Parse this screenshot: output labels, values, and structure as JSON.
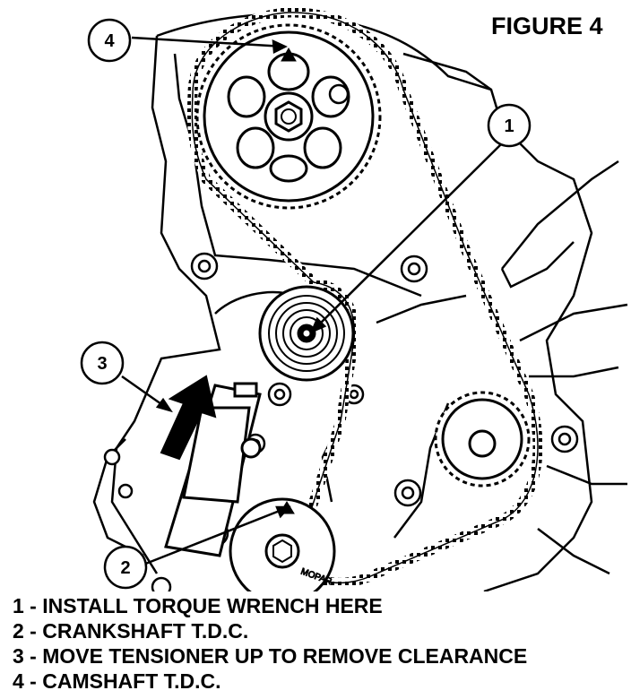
{
  "figure_title": "FIGURE 4",
  "callouts": [
    {
      "number": "1"
    },
    {
      "number": "2"
    },
    {
      "number": "3"
    },
    {
      "number": "4"
    }
  ],
  "pulley_marking": "MOPAR",
  "legend": [
    {
      "text": "1 - INSTALL TORQUE WRENCH HERE"
    },
    {
      "text": "2 - CRANKSHAFT T.D.C."
    },
    {
      "text": "3 - MOVE TENSIONER UP TO REMOVE CLEARANCE"
    },
    {
      "text": "4 - CAMSHAFT T.D.C."
    }
  ]
}
